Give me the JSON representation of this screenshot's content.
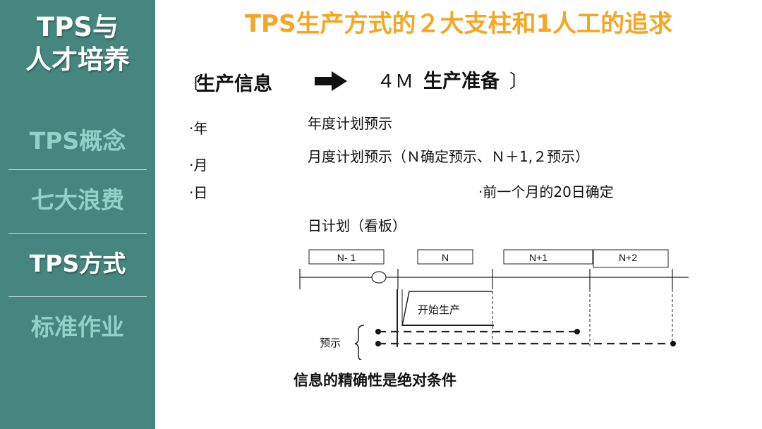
{
  "sidebar": {
    "title_line1": "TPS与",
    "title_line2": "人才培养",
    "items": [
      {
        "label": "TPS概念",
        "active": false
      },
      {
        "label": "七大浪费",
        "active": false
      },
      {
        "label": "TPS方式",
        "active": true
      },
      {
        "label": "标准作业",
        "active": false
      }
    ],
    "colors": {
      "background": "#45877f",
      "dim_text": "#8fd3c8",
      "active_text": "#ffffff"
    }
  },
  "main": {
    "title": "TPS生产方式的２大支柱和1人工的追求",
    "title_color": "#f5a623",
    "bracket_open": "〔",
    "info_label": "生产信息",
    "arrow_icon": "right-arrow-icon",
    "prep_prefix": "４Ｍ",
    "prep_label": "生产准备",
    "bracket_close": "〕",
    "periods": [
      "·年",
      "·月",
      "·日"
    ],
    "plan_year": "年度计划预示",
    "plan_month": "月度计划预示（Ｎ确定预示、Ｎ＋1,２预示）",
    "plan_confirm": "·前一个月的20日确定",
    "plan_day": "日计划（看板）",
    "diagram": {
      "box_labels": [
        "N- 1",
        "N",
        "N+1",
        "N+2"
      ],
      "start_production": "开始生产",
      "forecast_label": "预示"
    },
    "conclusion": "信息的精确性是绝对条件"
  }
}
